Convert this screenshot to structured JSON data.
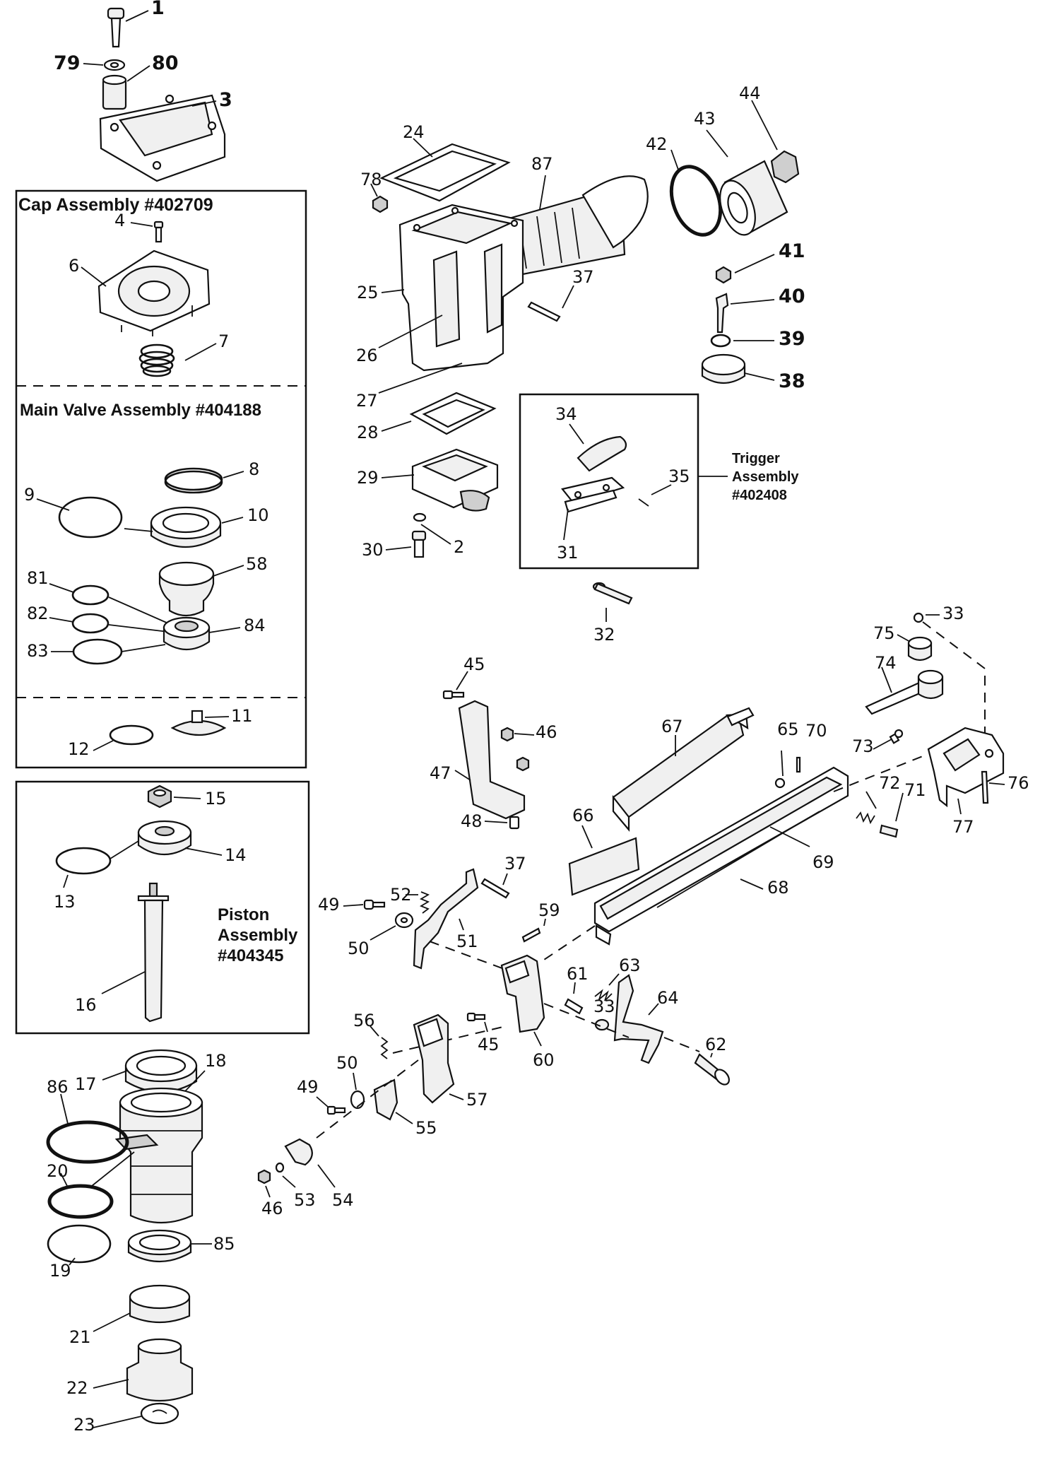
{
  "assemblies": {
    "cap": "Cap Assembly #402709",
    "main_valve": "Main Valve Assembly #404188",
    "piston": [
      "Piston",
      "Assembly",
      "#404345"
    ],
    "trigger": [
      "Trigger",
      "Assembly",
      "#402408"
    ]
  },
  "part_numbers": {
    "p1": "1",
    "p79": "79",
    "p80": "80",
    "p3": "3",
    "p4": "4",
    "p6": "6",
    "p7": "7",
    "p8": "8",
    "p9": "9",
    "p10": "10",
    "p58": "58",
    "p81": "81",
    "p82": "82",
    "p83": "83",
    "p84": "84",
    "p11": "11",
    "p12": "12",
    "p15": "15",
    "p14": "14",
    "p13": "13",
    "p16": "16",
    "p17": "17",
    "p18": "18",
    "p86": "86",
    "p20": "20",
    "p19": "19",
    "p85": "85",
    "p21": "21",
    "p22": "22",
    "p23": "23",
    "p24": "24",
    "p78": "78",
    "p87": "87",
    "p25": "25",
    "p26": "26",
    "p27": "27",
    "p28": "28",
    "p29": "29",
    "p30": "30",
    "p2": "2",
    "p42": "42",
    "p43": "43",
    "p44": "44",
    "p41": "41",
    "p40": "40",
    "p39": "39",
    "p38": "38",
    "p37a": "37",
    "p34": "34",
    "p35": "35",
    "p31": "31",
    "p32": "32",
    "p33a": "33",
    "p75": "75",
    "p74": "74",
    "p73": "73",
    "p76": "76",
    "p77": "77",
    "p65": "65",
    "p70": "70",
    "p72": "72",
    "p71": "71",
    "p67": "67",
    "p69": "69",
    "p68": "68",
    "p66": "66",
    "p45a": "45",
    "p46a": "46",
    "p47": "47",
    "p48": "48",
    "p37b": "37",
    "p52": "52",
    "p49a": "49",
    "p51": "51",
    "p50a": "50",
    "p59": "59",
    "p61": "61",
    "p63": "63",
    "p33b": "33",
    "p64": "64",
    "p45b": "45",
    "p60": "60",
    "p62": "62",
    "p56": "56",
    "p50b": "50",
    "p49b": "49",
    "p57": "57",
    "p55": "55",
    "p46b": "46",
    "p53": "53",
    "p54": "54"
  }
}
